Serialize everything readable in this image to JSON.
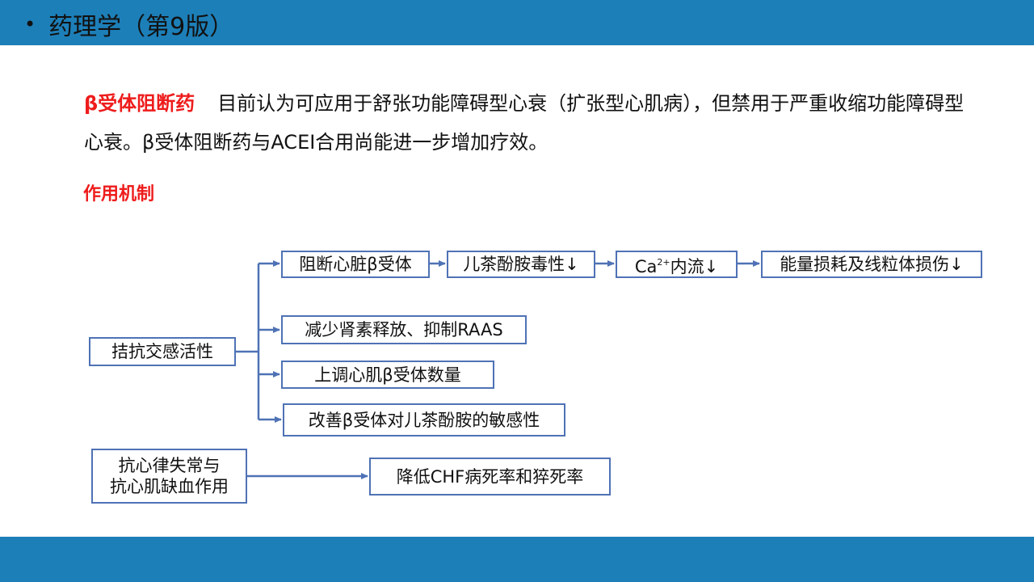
{
  "header": {
    "title": "药理学（第9版）"
  },
  "intro": {
    "term": "β受体阻断药",
    "text": "目前认为可应用于舒张功能障碍型心衰（扩张型心肌病），但禁用于严重收缩功能障碍型心衰。β受体阻断药与ACEI合用尚能进一步增加疗效。"
  },
  "section_title": "作用机制",
  "diagram": {
    "source": "拮抗交感活性",
    "chain": {
      "b1": "阻断心脏β受体",
      "b2": "儿茶酚胺毒性↓",
      "b3_base": "Ca",
      "b3_sup": "2+",
      "b3_rest": "内流↓",
      "b4": "能量损耗及线粒体损伤↓"
    },
    "b5": "减少肾素释放、抑制RAAS",
    "b6": "上调心肌β受体数量",
    "b7": "改善β受体对儿茶酚胺的敏感性",
    "b8_line1": "抗心律失常与",
    "b8_line2": "抗心肌缺血作用",
    "b9": "降低CHF病死率和猝死率"
  },
  "colors": {
    "band": "#1d7fb8",
    "accent": "#ee1c1c",
    "box_border": "#4f72b5"
  }
}
